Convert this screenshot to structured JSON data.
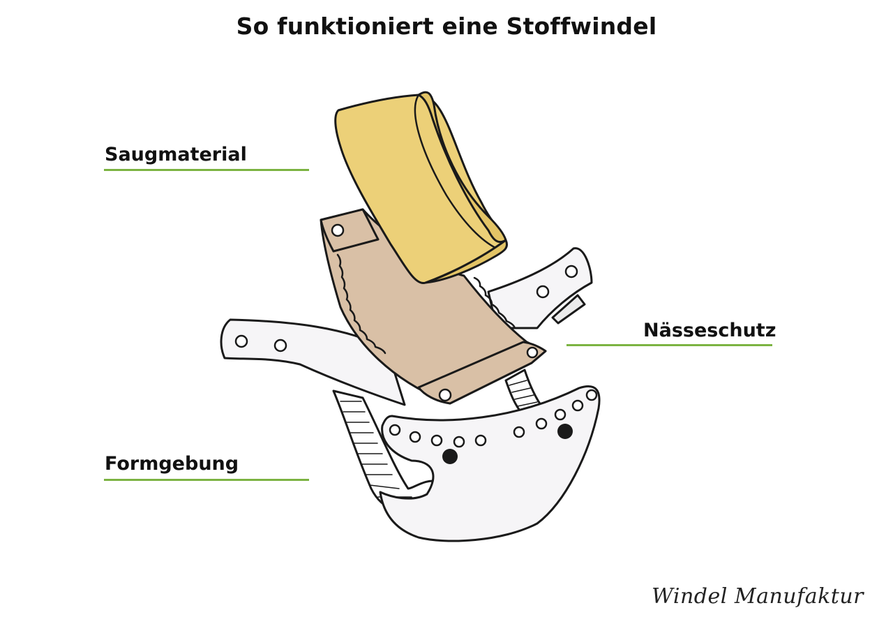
{
  "title": "So funktioniert eine Stoffwindel",
  "labels": {
    "absorbent": "Saugmaterial",
    "moisture_barrier": "Nässeschutz",
    "shaping": "Formgebung"
  },
  "brand": "Windel Manufaktur",
  "colors": {
    "accent_line": "#7cb342",
    "absorbent_pad": "#ecd078",
    "moisture_layer": "#d9c0a6",
    "outline": "#1a1a1a",
    "shell": "#f6f5f7"
  },
  "icons": [
    "snap-icon"
  ]
}
